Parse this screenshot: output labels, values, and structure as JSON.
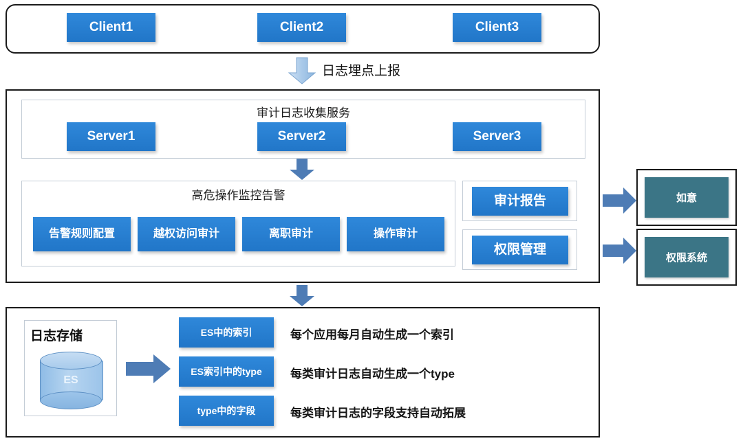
{
  "colors": {
    "chip_blue": "#2176c8",
    "chip_blue_light": "#2f88da",
    "teal": "#3b7586",
    "arrow_steel": "#4e7cb5",
    "arrow_light": "#a8c8e8",
    "outer_border": "#1a1a1a",
    "inner_border": "#c3ccd6",
    "cylinder_blue": "#9cc4ea"
  },
  "client_layer": {
    "clients": [
      {
        "label": "Client1"
      },
      {
        "label": "Client2"
      },
      {
        "label": "Client3"
      }
    ]
  },
  "flow_labels": {
    "client_to_server": "日志埋点上报"
  },
  "service_layer": {
    "collection": {
      "title": "审计日志收集服务",
      "servers": [
        {
          "label": "Server1"
        },
        {
          "label": "Server2"
        },
        {
          "label": "Server3"
        }
      ]
    },
    "monitoring": {
      "title": "高危操作监控告警",
      "modules": [
        {
          "label": "告警规则配置"
        },
        {
          "label": "越权访问审计"
        },
        {
          "label": "离职审计"
        },
        {
          "label": "操作审计"
        }
      ]
    },
    "side_modules": [
      {
        "label": "审计报告"
      },
      {
        "label": "权限管理"
      }
    ]
  },
  "external_systems": [
    {
      "label": "如意"
    },
    {
      "label": "权限系统"
    }
  ],
  "storage_layer": {
    "title": "日志存储",
    "cylinder_label": "ES",
    "rows": [
      {
        "chip": "ES中的索引",
        "description": "每个应用每月自动生成一个索引"
      },
      {
        "chip": "ES索引中的type",
        "description": "每类审计日志自动生成一个type"
      },
      {
        "chip": "type中的字段",
        "description": "每类审计日志的字段支持自动拓展"
      }
    ]
  }
}
